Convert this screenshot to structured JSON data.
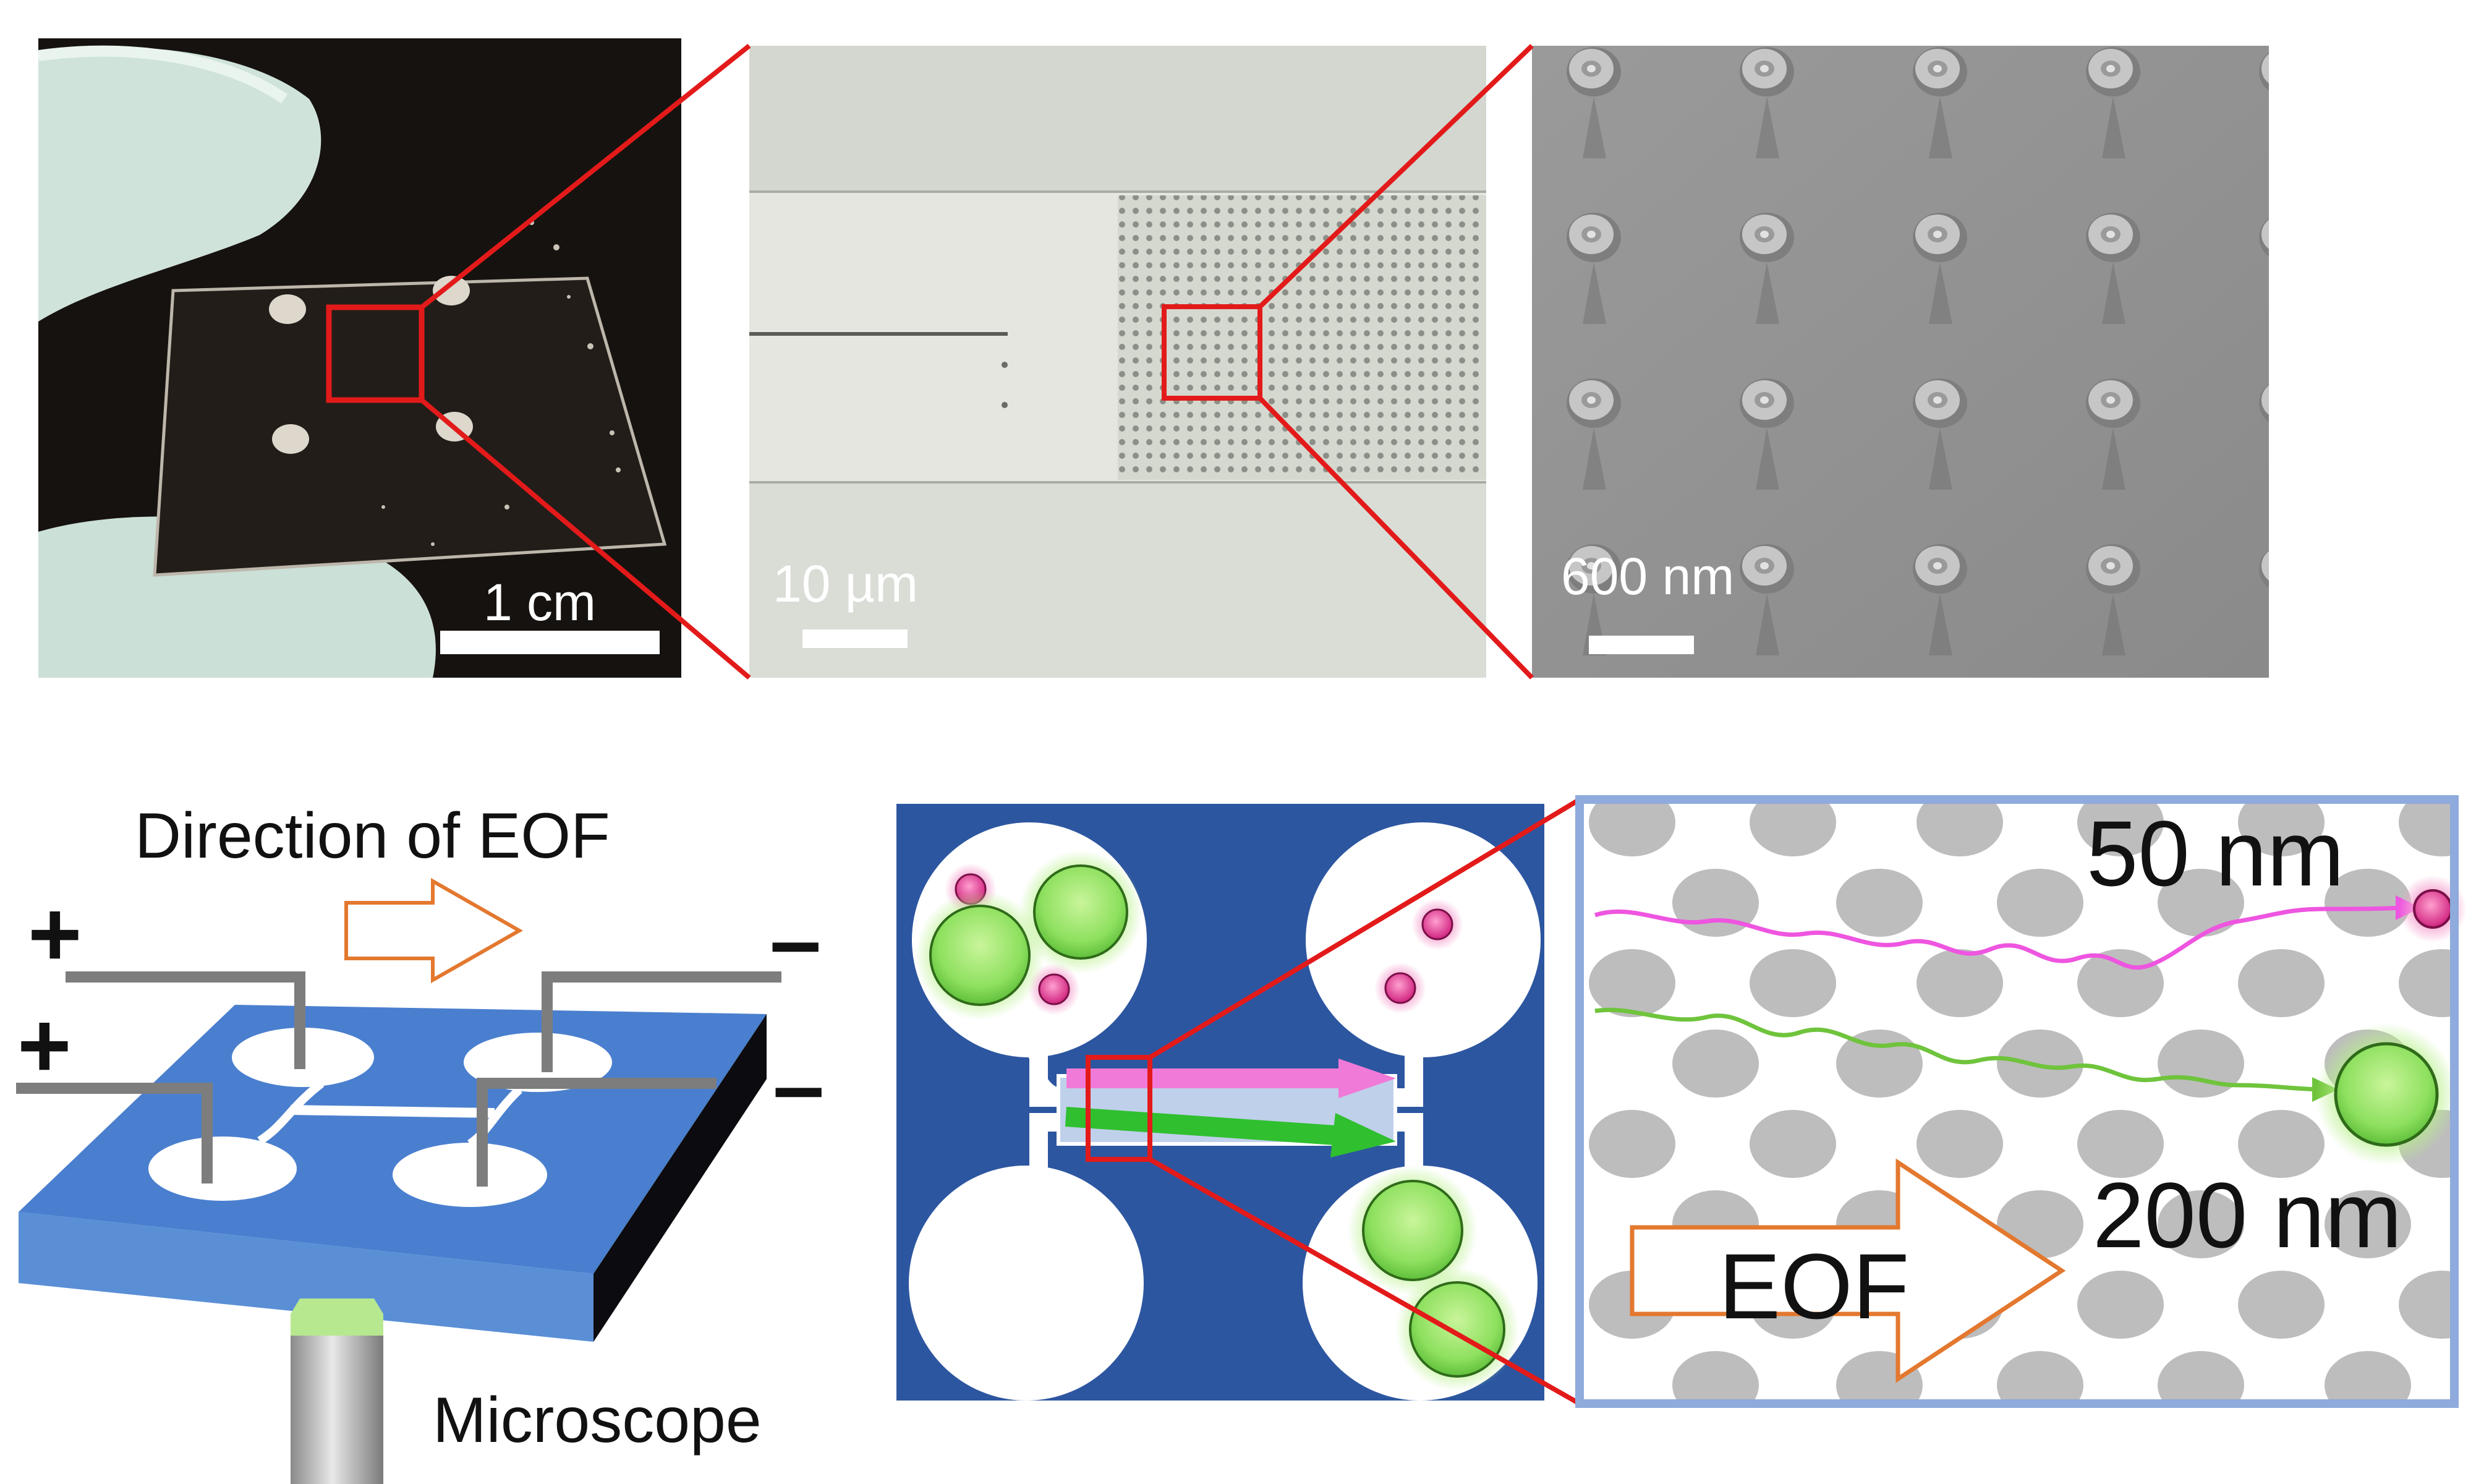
{
  "panels": {
    "photo": {
      "scale_bar_label": "1 cm"
    },
    "optical": {
      "scale_bar_label": "10 µm"
    },
    "sem": {
      "scale_bar_label": "600 nm"
    }
  },
  "setup": {
    "flow_direction_label": "Direction of EOF",
    "anode_sign_top": "+",
    "anode_sign_bottom": "+",
    "cathode_sign_top": "–",
    "cathode_sign_bottom": "–",
    "microscope_label": "Microscope"
  },
  "zoom": {
    "small_particle_label": "50 nm",
    "large_particle_label": "200 nm",
    "flow_arrow_label": "EOF"
  },
  "colors": {
    "highlight_red": "#e31a1a",
    "chip_blue": "#4a7fcf",
    "dark_blue": "#2d56a0",
    "particle_green": "#7ed957",
    "particle_magenta": "#e0338f",
    "flow_orange": "#e3782f",
    "zoom_border": "#8faadc"
  }
}
